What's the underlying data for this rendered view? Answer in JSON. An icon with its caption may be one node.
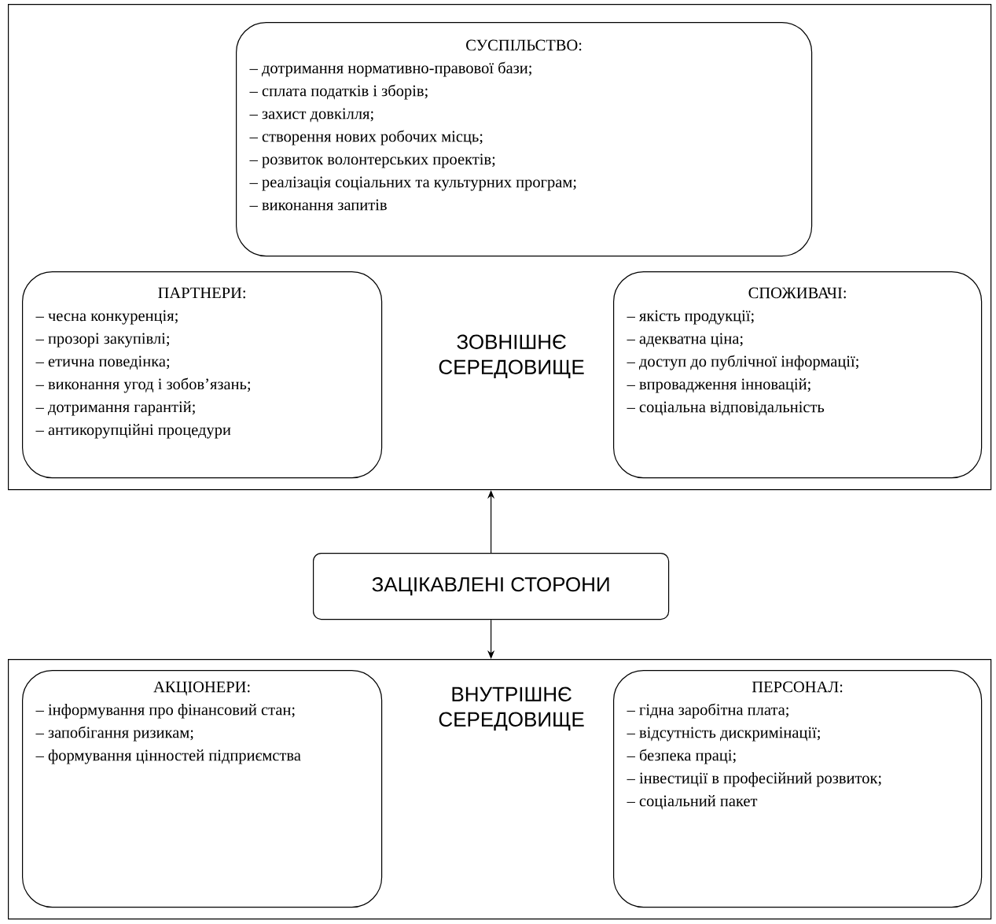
{
  "diagram": {
    "nodes": [
      {
        "text": [
          "ЗОВНІШНЄ СЕРЕДОВИЩЕ"
        ]
      },
      {
        "text": [
          "СУСПІЛЬСТВО:",
          "– дотримання нормативно-правової бази;",
          "– сплата податків і зборів;",
          "– захист довкілля;",
          "– створення нових робочих місць;",
          "– розвиток волонтерських проектів;",
          "– реалізація соціальних та культурних програм;",
          "– виконання запитів"
        ],
        "in": 0
      },
      {
        "text": [
          "ПАРТНЕРИ:",
          "– чесна конкуренція;",
          "– прозорі закупівлі;",
          "– етична поведінка;",
          "– виконання угод і зобов’язань;",
          "– дотримання гарантій;",
          "– антикорупційні процедури"
        ],
        "in": 0
      },
      {
        "text": [
          "СПОЖИВАЧІ:",
          "– якість продукції;",
          "– адекватна ціна;",
          "– доступ до публічної інформації;",
          "– впровадження інновацій;",
          "– соціальна відповідальність"
        ],
        "in": 0
      },
      {
        "text": [
          "ЗАЦІКАВЛЕНІ СТОРОНИ"
        ]
      },
      {
        "text": [
          "ВНУТРІШНЄ СЕРЕДОВИЩЕ"
        ]
      },
      {
        "text": [
          "АКЦІОНЕРИ:",
          "– інформування про фінансовий стан;",
          "– запобігання ризикам;",
          "– формування цінностей підприємства"
        ],
        "in": 5
      },
      {
        "text": [
          "ПЕРСОНАЛ:",
          "– гідна заробітна плата;",
          "– відсутність дискримінації;",
          "– безпека праці;",
          "– інвестиції в професійний розвиток;",
          "– соціальний пакет"
        ],
        "in": 5
      }
    ],
    "edges": [
      {
        "from": 4,
        "to": 0,
        "arrow": "to"
      },
      {
        "from": 4,
        "to": 5,
        "arrow": "to"
      }
    ]
  }
}
